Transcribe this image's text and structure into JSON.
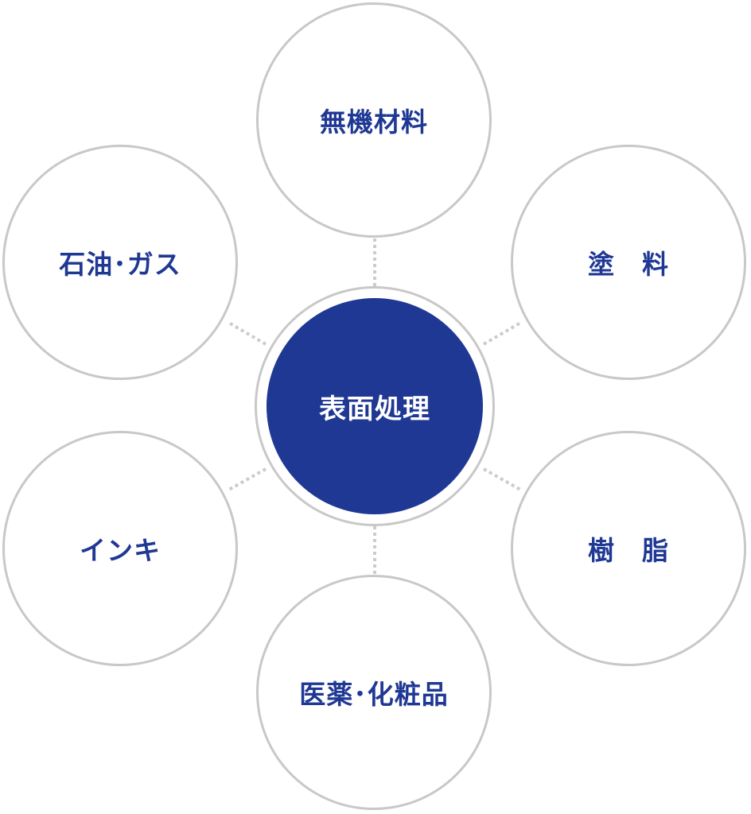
{
  "center": {
    "label": "表面処理",
    "color": "#1f3894"
  },
  "nodes": {
    "top": "無機材料",
    "upper_right": "塗　料",
    "lower_right": "樹　脂",
    "bottom": "医薬･化粧品",
    "lower_left": "インキ",
    "upper_left": "石油･ガス"
  },
  "colors": {
    "text": "#1f3894",
    "circle_border": "#c8c8c8",
    "connector": "#cccccc"
  }
}
